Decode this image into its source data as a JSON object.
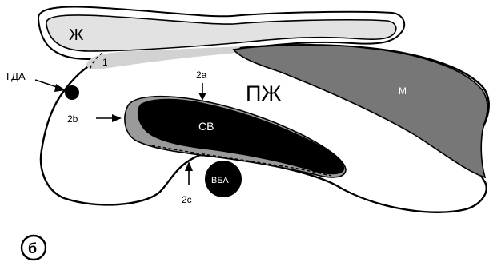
{
  "labels": {
    "stomach": "Ж",
    "pancreas": "ПЖ",
    "mesentery": "М",
    "splenic_vein": "СВ",
    "sma": "ВБА",
    "gda": "ГДА",
    "one": "1",
    "two_a": "2a",
    "two_b": "2b",
    "two_c": "2c",
    "panel": "б"
  },
  "colors": {
    "stomach_fill": "#e2e2e2",
    "light_fill": "#d2d2d2",
    "dark_gray": "#777777",
    "black": "#000000",
    "gray_band": "#9a9a9a",
    "white": "#ffffff"
  }
}
